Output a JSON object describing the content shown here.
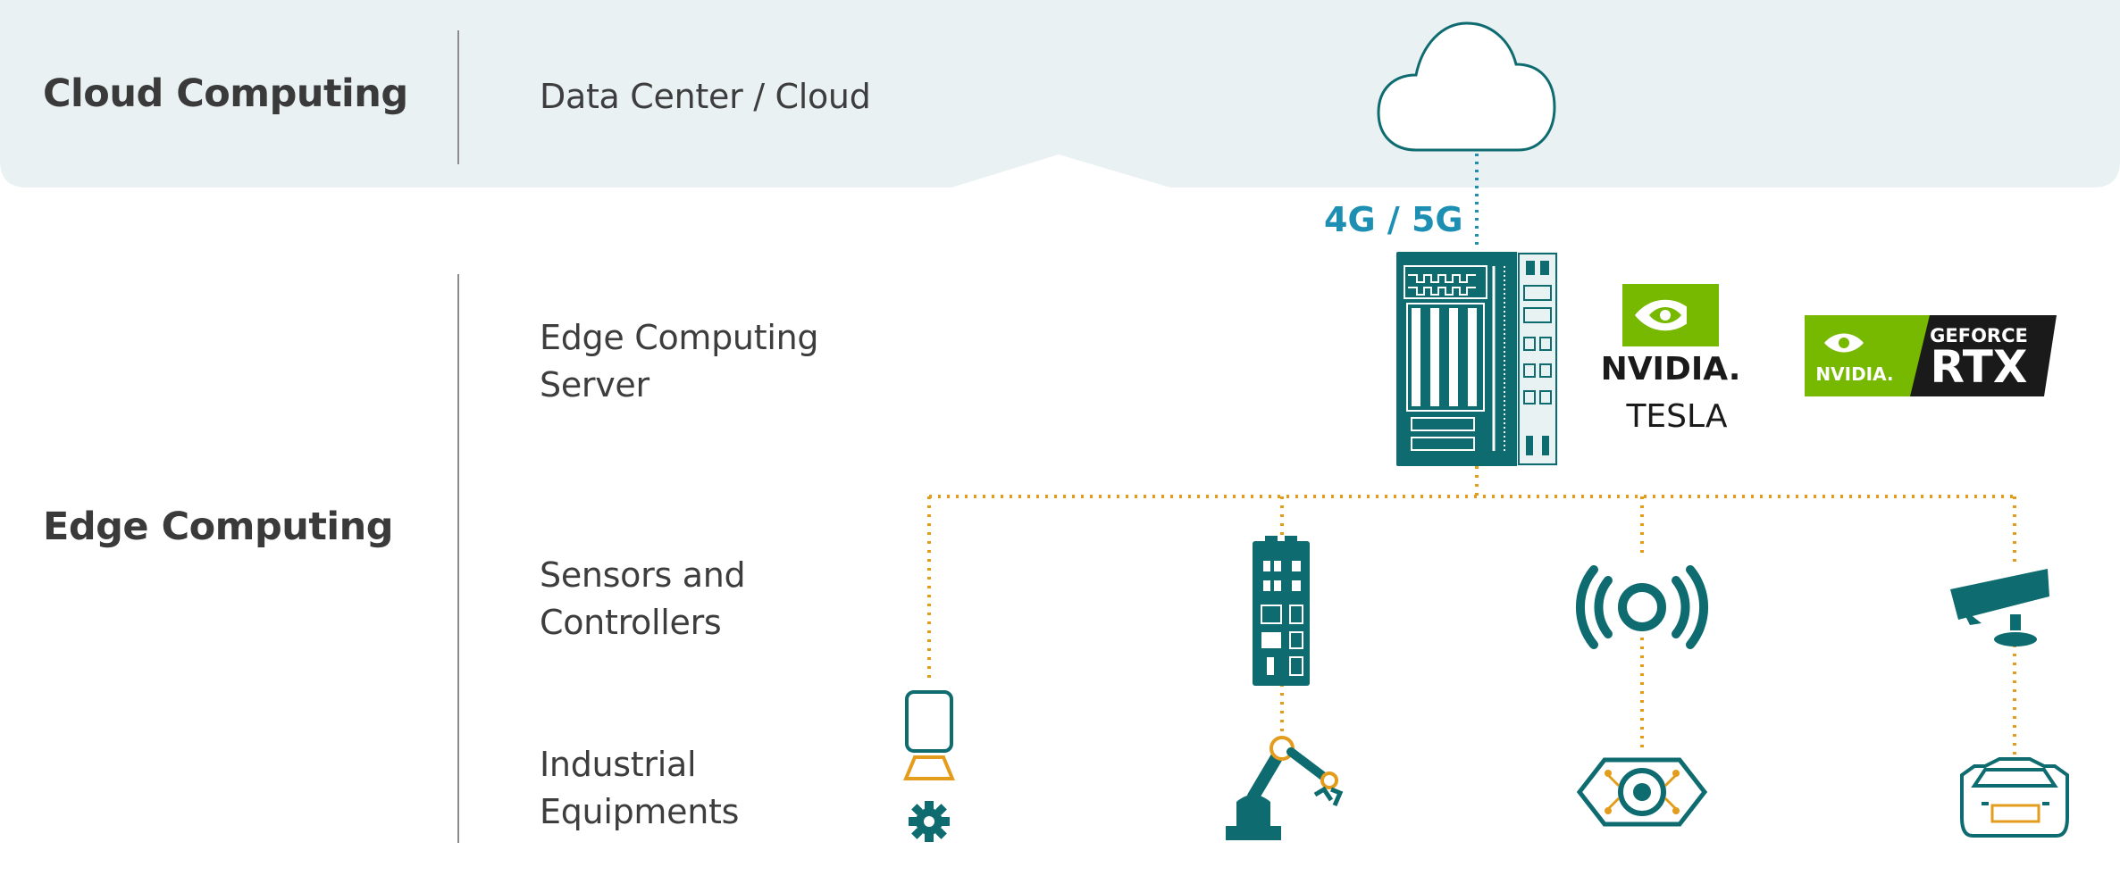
{
  "cloud_section": {
    "title": "Cloud Computing",
    "label": "Data Center / Cloud"
  },
  "edge_section": {
    "title": "Edge Computing",
    "tiers": [
      {
        "line1": "Edge Computing",
        "line2": "Server"
      },
      {
        "line1": "Sensors and",
        "line2": "Controllers"
      },
      {
        "line1": "Industrial",
        "line2": "Equipments"
      }
    ]
  },
  "network_label": "4G / 5G",
  "logos": {
    "nvidia_wordmark": "NVIDIA.",
    "tesla_text": "TESLA",
    "geforce_text": "GEFORCE",
    "rtx_text": "RTX",
    "geforce_nvidia_text": "NVIDIA."
  },
  "colors": {
    "teal": "#0e6b70",
    "orange": "#e39c1c",
    "blue_dotted": "#1c8fb3",
    "band_bg": "#e9f1f3",
    "nvidia_green": "#76b900",
    "text_dark": "#3a3a3a"
  }
}
